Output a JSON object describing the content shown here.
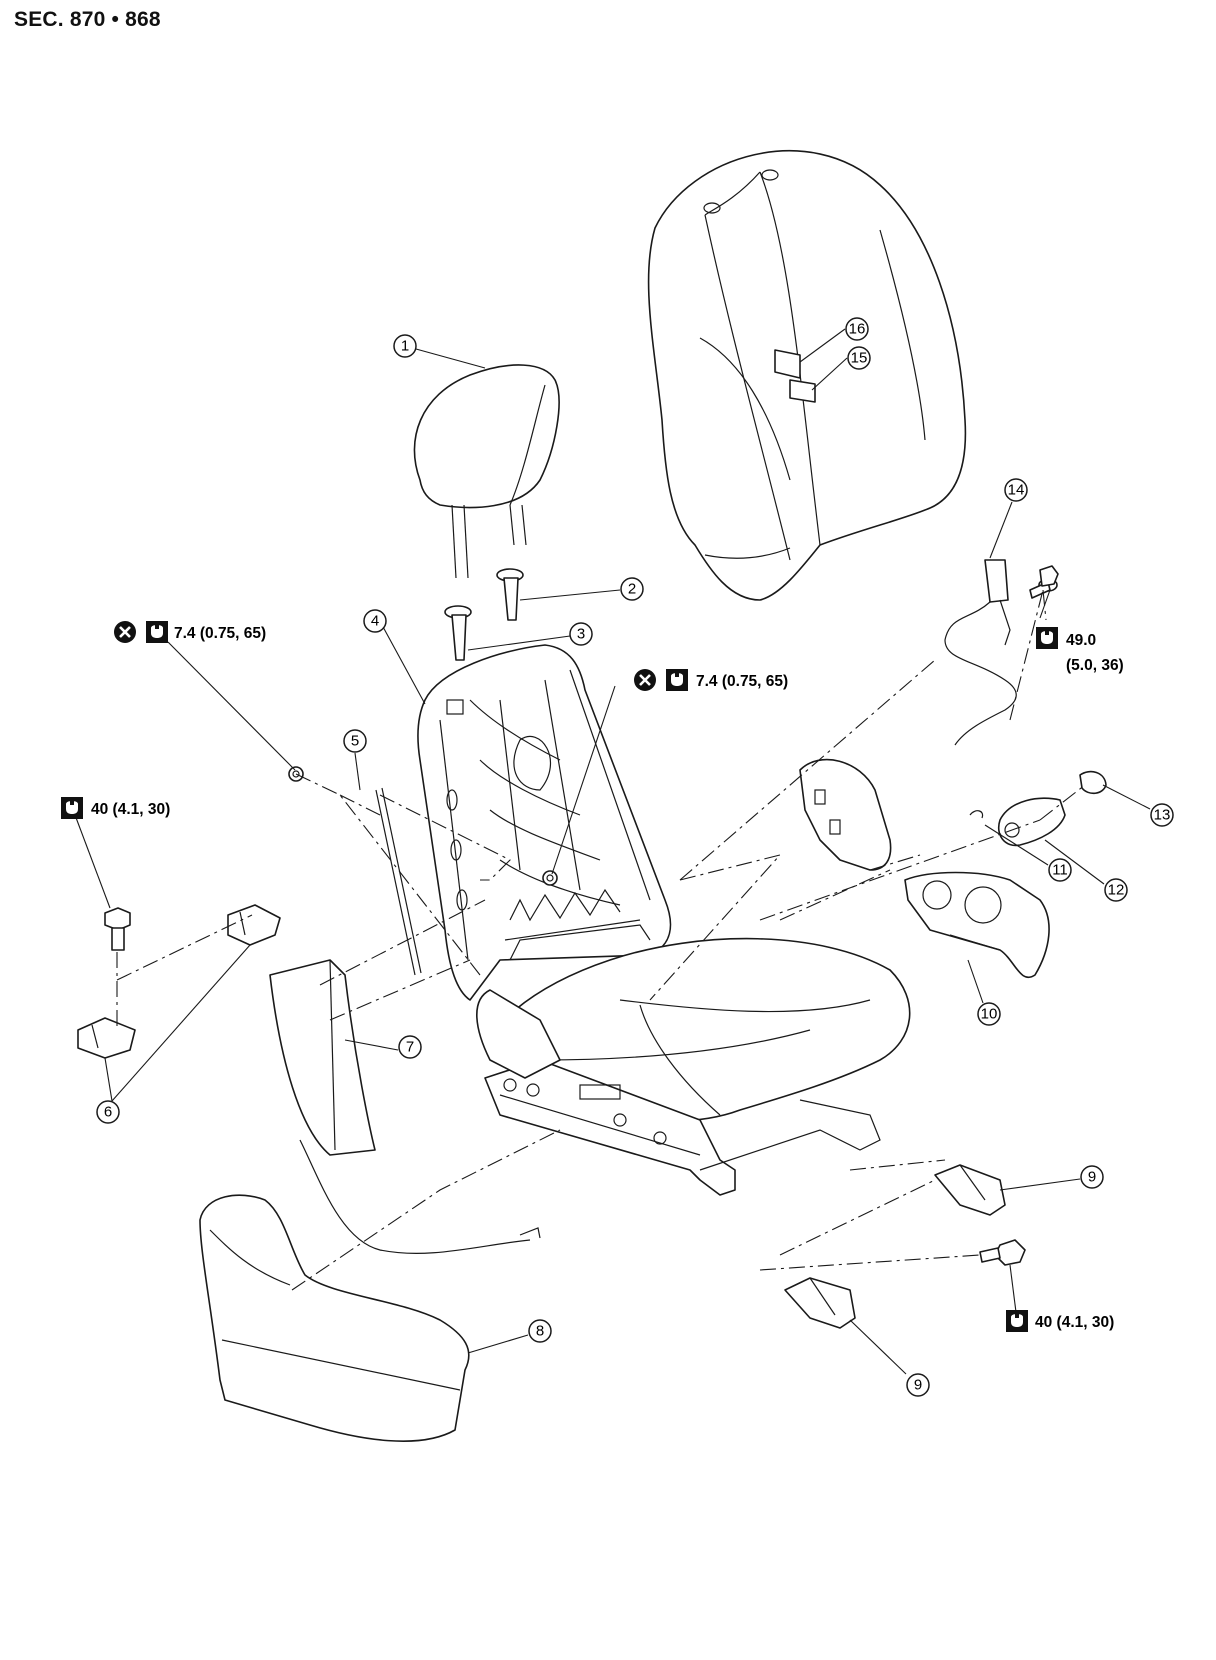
{
  "header": {
    "section": "SEC. 870 • 868"
  },
  "callouts": [
    {
      "id": "1",
      "label": "1"
    },
    {
      "id": "2",
      "label": "2"
    },
    {
      "id": "3",
      "label": "3"
    },
    {
      "id": "4",
      "label": "4"
    },
    {
      "id": "5",
      "label": "5"
    },
    {
      "id": "6",
      "label": "6"
    },
    {
      "id": "7",
      "label": "7"
    },
    {
      "id": "8",
      "label": "8"
    },
    {
      "id": "9a",
      "label": "9"
    },
    {
      "id": "9b",
      "label": "9"
    },
    {
      "id": "10",
      "label": "10"
    },
    {
      "id": "11",
      "label": "11"
    },
    {
      "id": "12",
      "label": "12"
    },
    {
      "id": "13",
      "label": "13"
    },
    {
      "id": "14",
      "label": "14"
    },
    {
      "id": "15",
      "label": "15"
    },
    {
      "id": "16",
      "label": "16"
    }
  ],
  "torque_specs": {
    "nut_left": "7.4 (0.75, 65)",
    "nut_center": "7.4 (0.75, 65)",
    "belt_bolt_line1": "49.0",
    "belt_bolt_line2": "(5.0, 36)",
    "rail_bolt_left": "40 (4.1, 30)",
    "rail_bolt_right": "40 (4.1, 30)"
  },
  "icons": {
    "discard": "x-circle-icon",
    "torque": "torque-wrench-icon"
  },
  "colors": {
    "line": "#1a1a1a",
    "background": "#ffffff"
  }
}
